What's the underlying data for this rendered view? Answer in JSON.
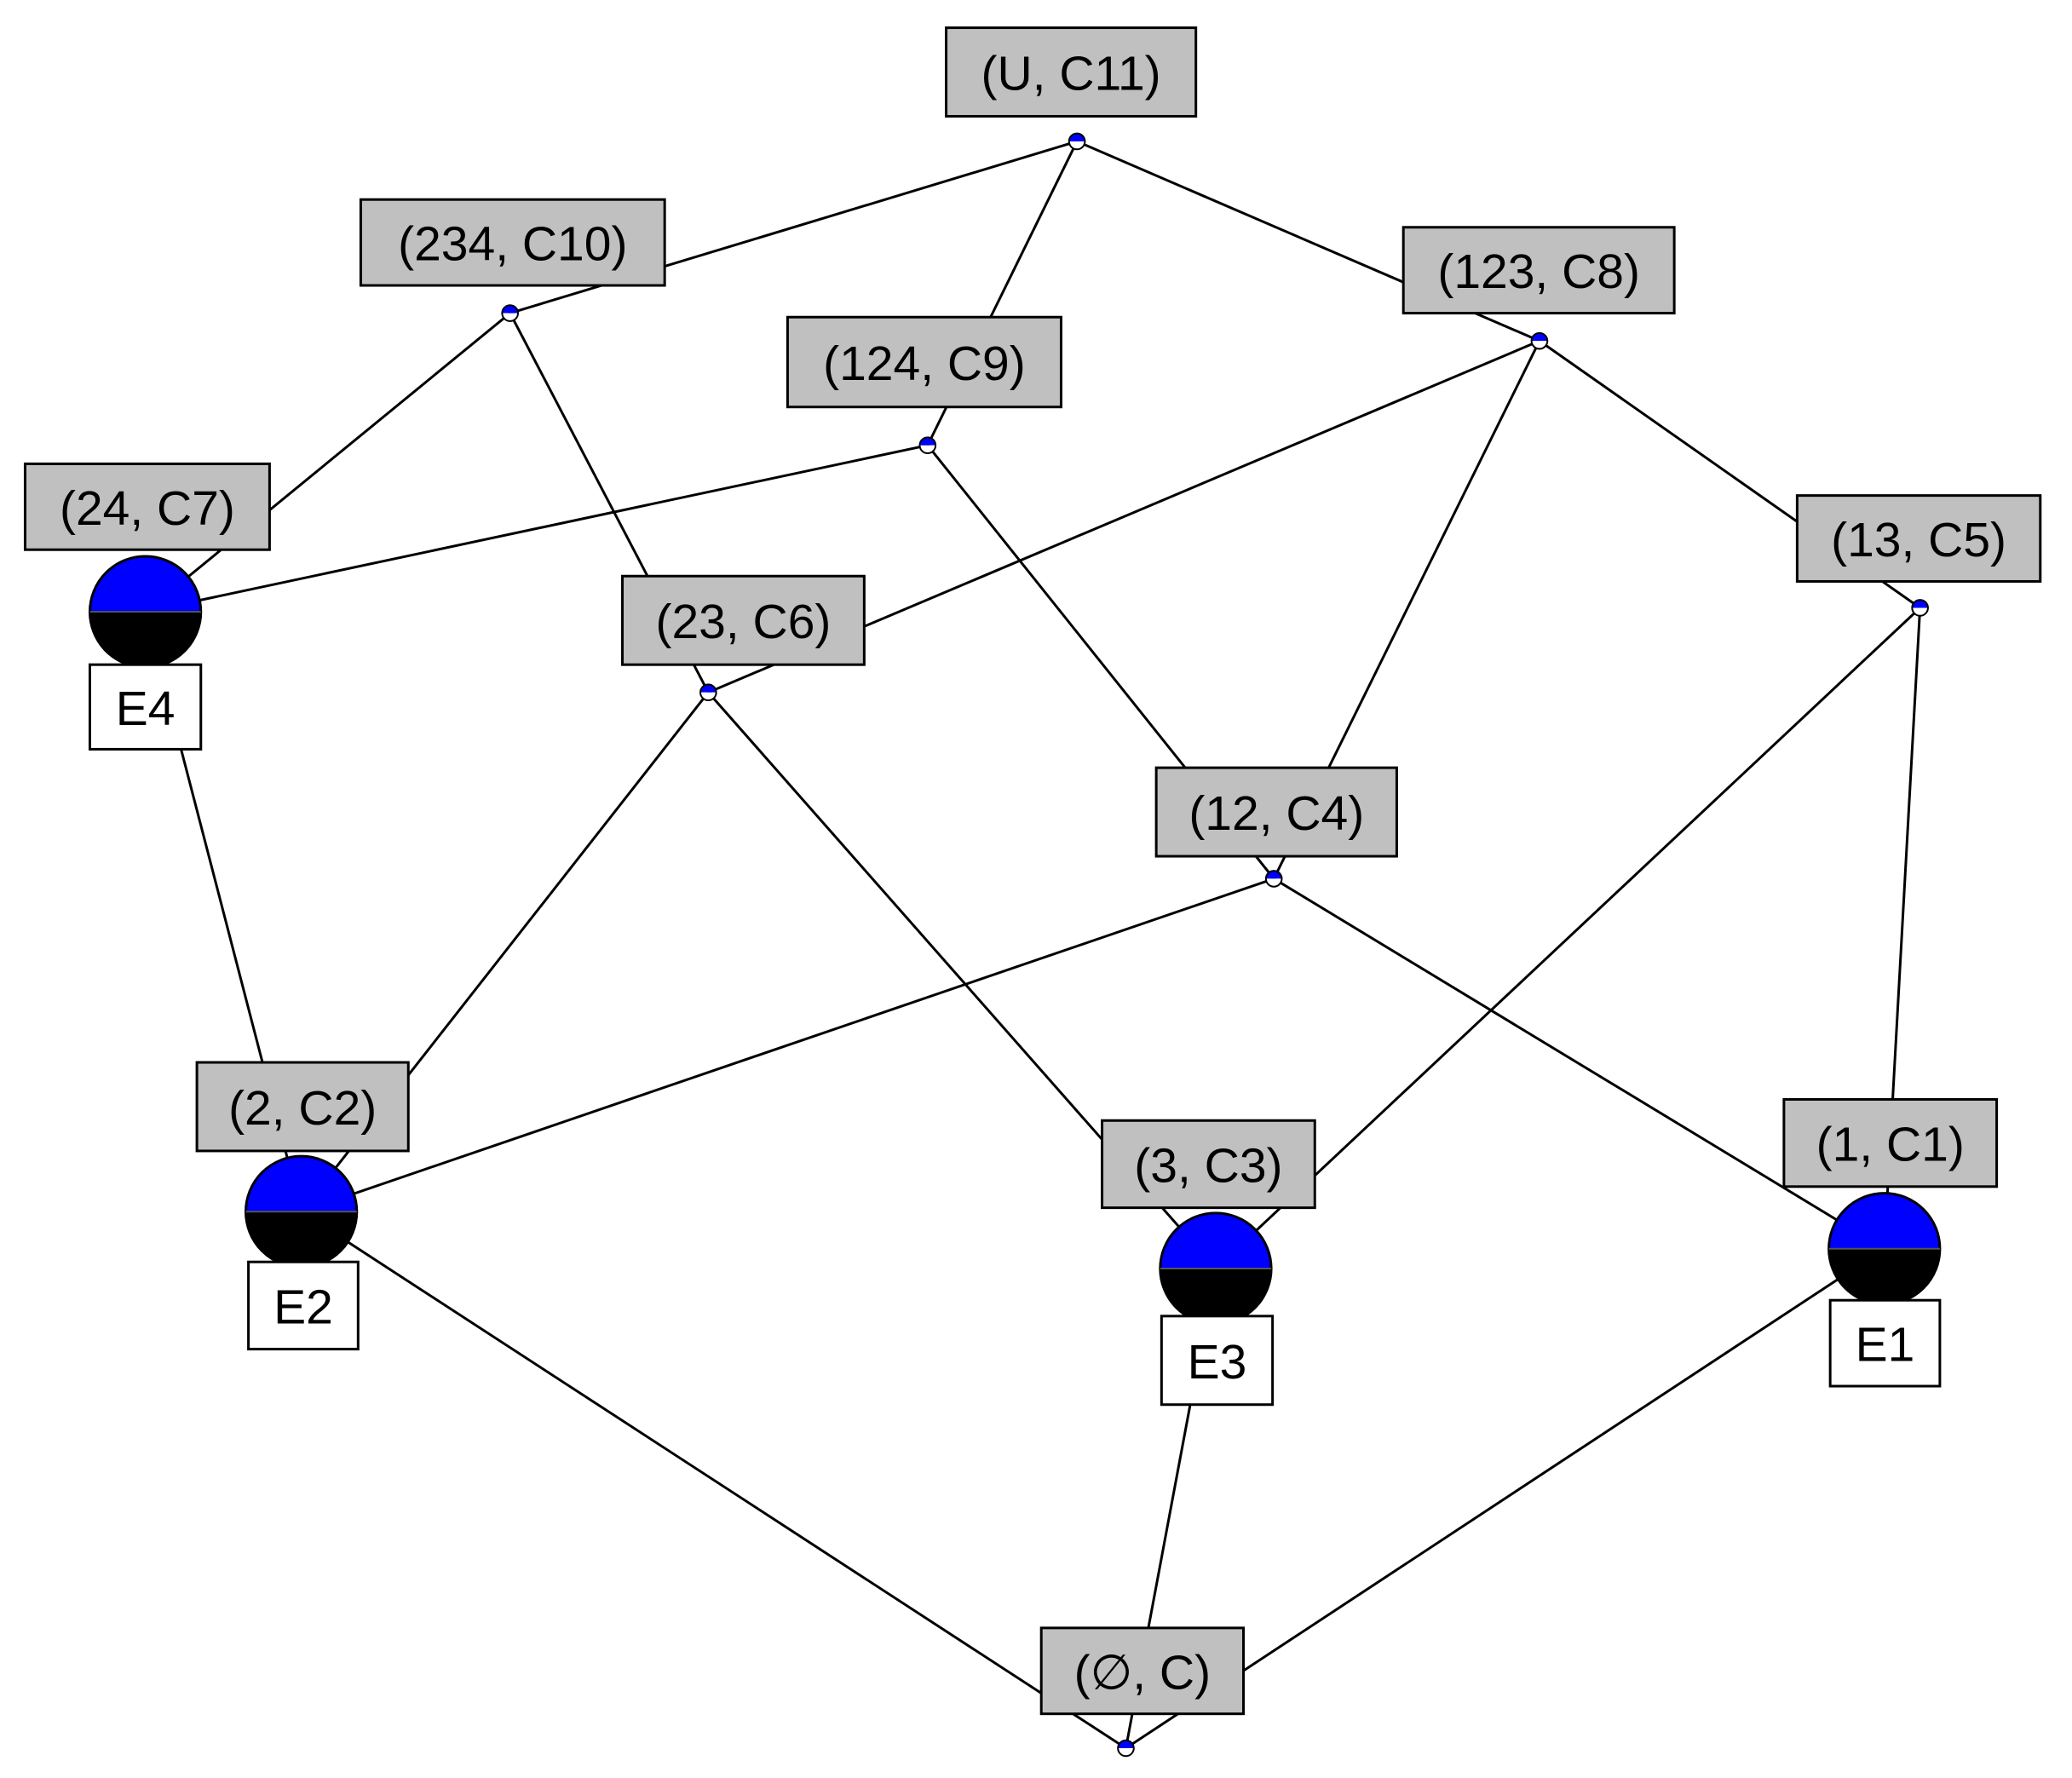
{
  "concepts": [
    {
      "id": "U-C11",
      "label": "(U, C11)"
    },
    {
      "id": "234-C10",
      "label": "(234, C10)"
    },
    {
      "id": "123-C8",
      "label": "(123, C8)"
    },
    {
      "id": "124-C9",
      "label": "(124, C9)"
    },
    {
      "id": "24-C7",
      "label": "(24, C7)"
    },
    {
      "id": "23-C6",
      "label": "(23, C6)"
    },
    {
      "id": "13-C5",
      "label": "(13, C5)"
    },
    {
      "id": "12-C4",
      "label": "(12, C4)"
    },
    {
      "id": "2-C2",
      "label": "(2, C2)"
    },
    {
      "id": "3-C3",
      "label": "(3, C3)"
    },
    {
      "id": "1-C1",
      "label": "(1, C1)"
    },
    {
      "id": "empty-C",
      "label": "(∅, C)"
    }
  ],
  "object_labels": [
    {
      "id": "E4",
      "label": "E4"
    },
    {
      "id": "E2",
      "label": "E2"
    },
    {
      "id": "E3",
      "label": "E3"
    },
    {
      "id": "E1",
      "label": "E1"
    }
  ],
  "edges": [
    [
      "U-C11",
      "234-C10"
    ],
    [
      "U-C11",
      "124-C9"
    ],
    [
      "U-C11",
      "123-C8"
    ],
    [
      "234-C10",
      "24-C7"
    ],
    [
      "234-C10",
      "23-C6"
    ],
    [
      "124-C9",
      "24-C7"
    ],
    [
      "124-C9",
      "12-C4"
    ],
    [
      "123-C8",
      "23-C6"
    ],
    [
      "123-C8",
      "12-C4"
    ],
    [
      "123-C8",
      "13-C5"
    ],
    [
      "24-C7",
      "2-C2"
    ],
    [
      "23-C6",
      "2-C2"
    ],
    [
      "23-C6",
      "3-C3"
    ],
    [
      "12-C4",
      "2-C2"
    ],
    [
      "12-C4",
      "1-C1"
    ],
    [
      "13-C5",
      "3-C3"
    ],
    [
      "13-C5",
      "1-C1"
    ],
    [
      "2-C2",
      "empty-C"
    ],
    [
      "3-C3",
      "empty-C"
    ],
    [
      "1-C1",
      "empty-C"
    ]
  ],
  "colors": {
    "node_top": "#0000ff",
    "node_bottom": "#000000",
    "label_fill": "#c0c0c0"
  }
}
